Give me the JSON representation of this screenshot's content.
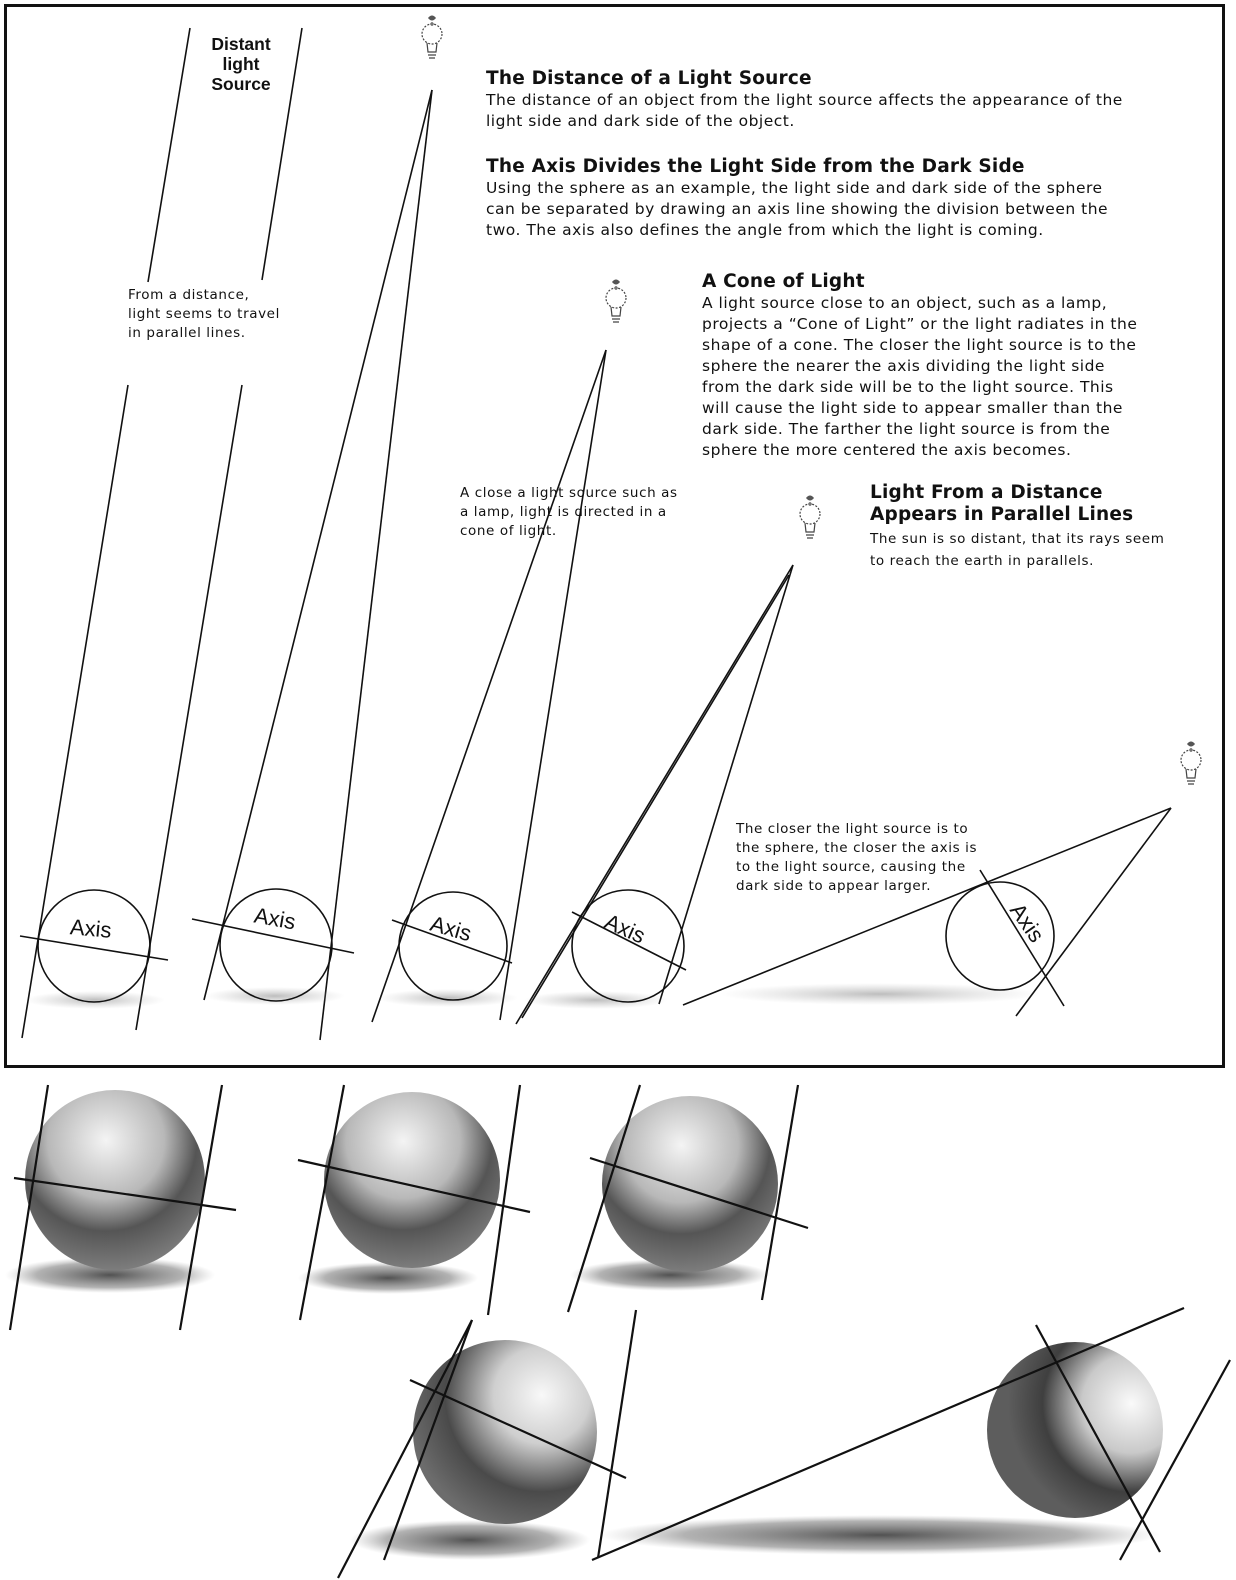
{
  "distant_source": {
    "label": "Distant\nlight\nSource"
  },
  "notes": {
    "parallel": "From a distance,\nlight seems to travel\nin parallel lines.",
    "cone": "A close a light source such as\na lamp, light is directed in a\ncone of light.",
    "closer": "The closer the light source is to\nthe sphere, the  closer the axis is\nto the light source, causing the\ndark side to appear larger."
  },
  "sections": [
    {
      "heading": "The Distance of a Light Source",
      "body": "The distance of an object from the light source affects the appearance of the\nlight side and dark side of the object."
    },
    {
      "heading": "The Axis Divides the Light Side from the Dark Side",
      "body": "Using the sphere as an example, the light side and dark side of the sphere\ncan be separated by drawing an axis line showing the division between the\ntwo.  The axis also defines the angle from which the light is coming."
    },
    {
      "heading": "A Cone of Light",
      "body": "A light source close to an object, such as a lamp,\nprojects a “Cone of Light” or the light radiates in the\nshape of a cone.  The closer the light source is to the\nsphere the nearer the axis dividing the light side\nfrom the dark side will be to the light source.  This\nwill cause the light side to appear smaller than the\ndark side. The farther the light source is from the\nsphere the more centered the axis becomes."
    },
    {
      "heading": "Light From a Distance\nAppears in Parallel Lines",
      "body": "The sun is so distant, that its rays seem\nto reach the earth in parallels."
    }
  ],
  "axis_label": "Axis",
  "icons": {
    "bulb": "light-bulb-icon"
  },
  "colors": {
    "line": "#111111",
    "paper": "#ffffff"
  }
}
